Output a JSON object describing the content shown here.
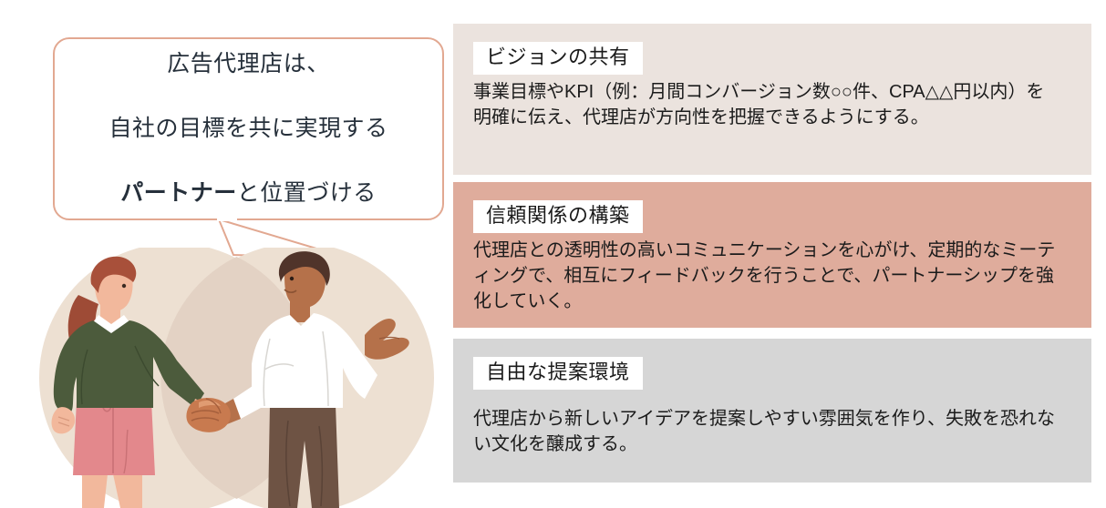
{
  "bubble": {
    "line1": "広告代理店は、",
    "line2": "自社の目標を共に実現する",
    "line3_bold": "パートナー",
    "line3_rest": "と位置づける",
    "border_color": "#E2A891"
  },
  "illustration": {
    "name": "handshake-illustration",
    "circle_left_color": "#EDE0D2",
    "circle_right_color": "#EDE0D2",
    "circle_overlap_color": "#E0CFC0",
    "woman_sweater_color": "#4C5B3C",
    "woman_skirt_color": "#E08A8C",
    "woman_hair_color": "#A8503A",
    "woman_skin_color": "#F0B59B",
    "man_shirt_color": "#FFFFFF",
    "man_trousers_color": "#6E5344",
    "man_skin_color": "#B5714A",
    "man_hair_color": "#50342A"
  },
  "panels": [
    {
      "title": "ビジョンの共有",
      "body": "事業目標やKPI（例：月間コンバージョン数○○件、CPA△△円以内）を明確に伝え、代理店が方向性を把握できるようにする。",
      "bg_color": "#EBE3DE"
    },
    {
      "title": "信頼関係の構築",
      "body": "代理店との透明性の高いコミュニケーションを心がけ、定期的なミーティングで、相互にフィードバックを行うことで、パートナーシップを強化していく。",
      "bg_color": "#DFAC9C"
    },
    {
      "title": "自由な提案環境",
      "body": "代理店から新しいアイデアを提案しやすい雰囲気を作り、失敗を恐れない文化を醸成する。",
      "bg_color": "#D6D6D6"
    }
  ]
}
